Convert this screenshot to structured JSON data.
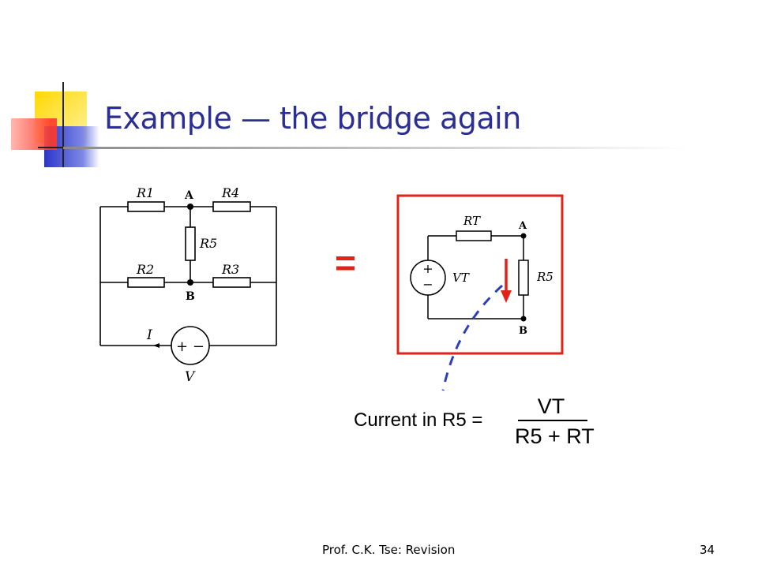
{
  "slide": {
    "title": "Example — the bridge again",
    "equals_sign": "=",
    "footer_text": "Prof. C.K. Tse: Revision",
    "page_number": "34"
  },
  "bridge_circuit": {
    "resistors": [
      "R1",
      "R4",
      "R5",
      "R2",
      "R3"
    ],
    "node_a": "A",
    "node_b": "B",
    "current_label": "I",
    "source_label": "V",
    "source_signs": "+ −"
  },
  "thevenin_circuit": {
    "resistor_t": "RT",
    "resistor_5": "R5",
    "source_label": "VT",
    "node_a": "A",
    "node_b": "B"
  },
  "formula": {
    "lead": "Current in R5  =",
    "numerator": "VT",
    "denominator": "R5 + RT"
  },
  "colors": {
    "title": "#2b2f93",
    "highlight": "#e2231a",
    "dashed_arrow": "#2b3fbf"
  }
}
